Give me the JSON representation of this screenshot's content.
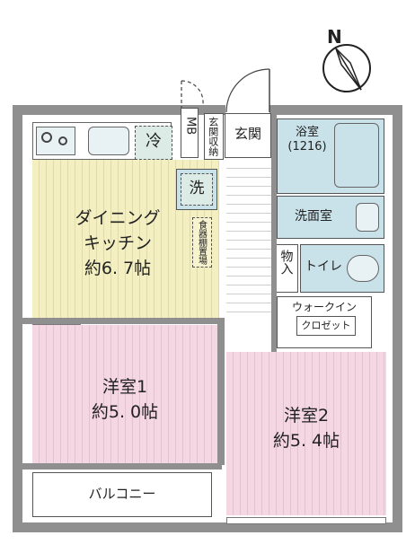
{
  "rooms": {
    "dining_kitchen": {
      "line1": "ダイニング",
      "line2": "キッチン",
      "size": "約6. 7帖"
    },
    "western1": {
      "name": "洋室1",
      "size": "約5. 0帖"
    },
    "western2": {
      "name": "洋室2",
      "size": "約5. 4帖"
    },
    "bath": {
      "name": "浴室",
      "spec": "(1216)"
    },
    "washroom": {
      "name": "洗面室"
    },
    "toilet": {
      "name": "トイレ"
    },
    "entrance": {
      "name": "玄関"
    },
    "entrance_storage": {
      "text": "玄関収納"
    },
    "walk_in_closet": {
      "line1": "ウォークイン",
      "line2": "クロゼット"
    },
    "balcony": {
      "name": "バルコニー"
    },
    "storage": {
      "text": "物入"
    }
  },
  "fixtures": {
    "fridge": "冷",
    "washer": "洗",
    "mb": "MB",
    "cupboard": "食器棚置場"
  },
  "compass": {
    "label": "N"
  },
  "colors": {
    "dining": "#f3efc1",
    "western": "#f5d6e3",
    "wet": "#c9e2ea",
    "wall": "#8f8f8f"
  }
}
